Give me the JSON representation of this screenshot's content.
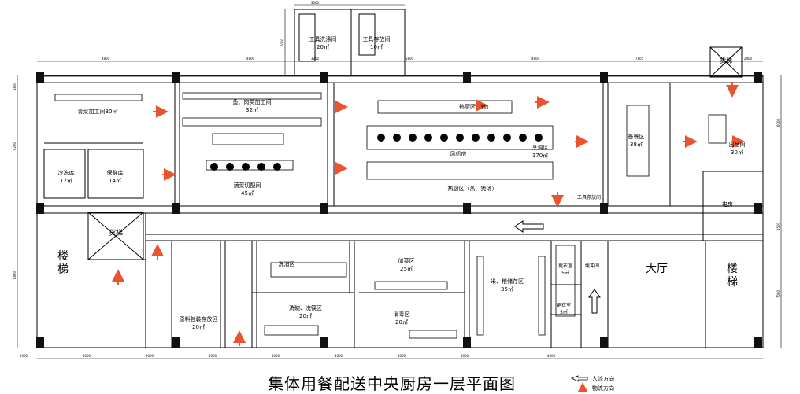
{
  "title": "集体用餐配送中央厨房一层平面图",
  "legend": {
    "people_flow": "人流方向",
    "goods_flow": "物流方向"
  },
  "rooms": {
    "tool_wash": [
      "工具洗涤间",
      "20㎡"
    ],
    "tool_store": [
      "工具存放间",
      "10㎡"
    ],
    "veg_process": [
      "青菜加工间30㎡"
    ],
    "cold_storage": [
      "冷冻库",
      "12㎡"
    ],
    "fresh_storage": [
      "保鲜库",
      "14㎡"
    ],
    "fish_meat": [
      "鱼、肉类加工间",
      "32㎡"
    ],
    "veg_cut": [
      "蔬菜切配间",
      "45㎡"
    ],
    "cook_area": [
      "热厨区（炒）"
    ],
    "fan_room": [
      "风机房"
    ],
    "steam_area": [
      "热厨区（蒸、煲汤）"
    ],
    "cook_zone": [
      "烹调区",
      "170㎡"
    ],
    "tool_store2": [
      "工具存放间"
    ],
    "prep_area": [
      "备餐区",
      "38㎡"
    ],
    "dispatch": [
      "出品间",
      "30㎡"
    ],
    "electric": [
      "电房"
    ],
    "stair_left": [
      "楼",
      "梯"
    ],
    "elevator_left": [
      "货梯"
    ],
    "elevator_top": [
      "货梯"
    ],
    "raw_pack": [
      "原料包装存放区",
      "20㎡"
    ],
    "wash_area": [
      "洗消区"
    ],
    "rice_wash": [
      "洗碗、洗筷区",
      "20㎡"
    ],
    "store_area": [
      "储菜区",
      "25㎡"
    ],
    "disinfect": [
      "消毒区",
      "20㎡"
    ],
    "rice_store": [
      "米、粮储存区",
      "35㎡"
    ],
    "changing1": [
      "更衣室",
      "5㎡"
    ],
    "changing2": [
      "更衣室",
      "5㎡"
    ],
    "buffer": [
      "缓冲间"
    ],
    "lobby": [
      "大厅"
    ],
    "stair_right": [
      "楼",
      "梯"
    ]
  },
  "dimensions": {
    "top": [
      "4800",
      "4800",
      "3200",
      "5800",
      "4800",
      "7105",
      "2400"
    ],
    "bottom": [
      "2000",
      "3000",
      "3000",
      "3000",
      "3000",
      "3000",
      "3000",
      "3000",
      "4000"
    ],
    "left": [
      "1800",
      "9200",
      "8800"
    ],
    "right": [
      "6000",
      "1500",
      "7000"
    ],
    "top_extra": [
      "3000",
      "6000"
    ]
  },
  "colors": {
    "line": "#000000",
    "arrow": "#e8542e",
    "wall": "#111111"
  }
}
